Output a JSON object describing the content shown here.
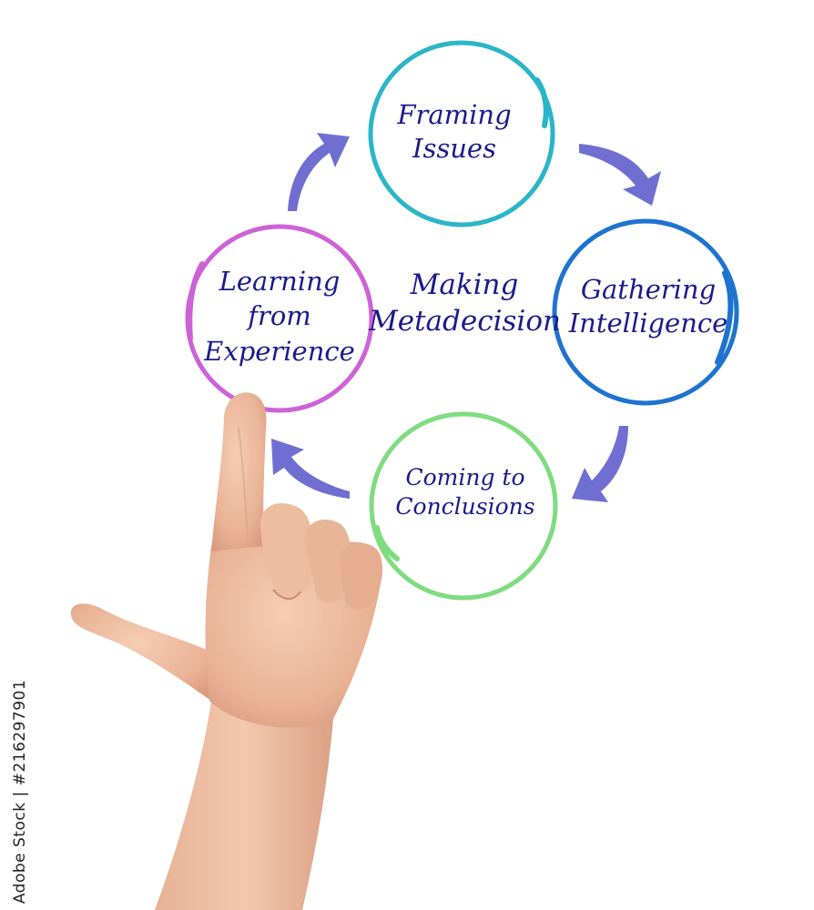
{
  "diagram": {
    "center": {
      "line1": "Making",
      "line2": "Metadecision"
    },
    "steps": [
      {
        "line1": "Framing",
        "line2": "Issues",
        "color": "#2bb5c8"
      },
      {
        "line1": "Gathering",
        "line2": "Intelligence",
        "color": "#1e73cf"
      },
      {
        "line1": "Coming to",
        "line2": "Conclusions",
        "color": "#7fdc7f"
      },
      {
        "line1": "Learning",
        "line2": "from",
        "line3": "Experience",
        "color": "#cd62d6"
      }
    ],
    "arrow_color": "#6f6fd2",
    "text_color": "#1c1a8a"
  },
  "stock_id": "Adobe Stock | #216297901"
}
